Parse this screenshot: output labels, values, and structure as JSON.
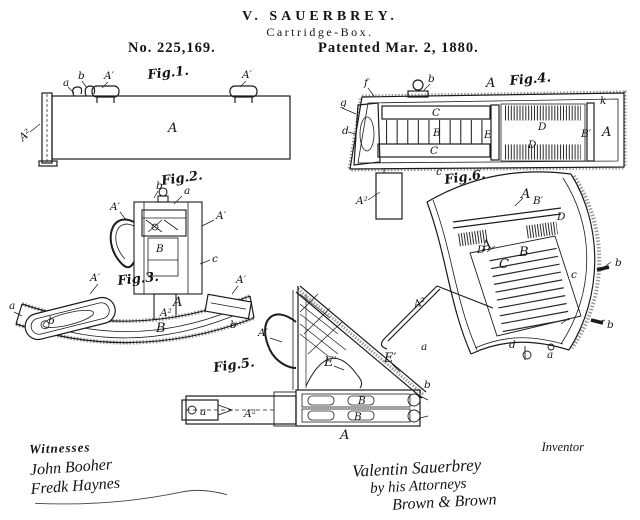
{
  "header": {
    "inventor_name": "V. SAUERBREY.",
    "invention_title": "Cartridge-Box.",
    "patent_number": "No. 225,169.",
    "patent_date": "Patented Mar. 2, 1880."
  },
  "figures": {
    "fig1": {
      "title": "Fig.1.",
      "labels": {
        "a": "a",
        "b": "b",
        "a1_left": "A′",
        "a1_right": "A′",
        "body": "A",
        "a2": "A²"
      }
    },
    "fig2": {
      "title": "Fig.2.",
      "labels": {
        "b": "b",
        "a": "a",
        "a1_loop": "A′",
        "a1_right": "A′",
        "B": "B",
        "c": "c",
        "a2": "A²"
      }
    },
    "fig3": {
      "title": "Fig.3.",
      "labels": {
        "a": "a",
        "b_left": "b",
        "a1_left": "A′",
        "a1_right": "A′",
        "A": "A",
        "B": "B",
        "b_right": "b"
      }
    },
    "fig4": {
      "title": "Fig.4.",
      "labels": {
        "g": "g",
        "f": "f",
        "d": "d",
        "b": "b",
        "A_top": "A",
        "k": "k",
        "C_top": "C",
        "B": "B",
        "C_bottom": "C",
        "c": "c",
        "E": "E",
        "D_upper": "D",
        "D_lower": "D",
        "B1": "B′",
        "A_right": "A",
        "a2": "A²"
      }
    },
    "fig5": {
      "title": "Fig.5.",
      "labels": {
        "a1": "A′",
        "E1_inner": "E′",
        "E1_outer": "E′",
        "B_top": "B",
        "B_bottom": "B",
        "A": "A",
        "a": "a",
        "a2": "A²",
        "b": "b"
      }
    },
    "fig6": {
      "title": "Fig.6.",
      "labels": {
        "A_top": "A",
        "B1": "B′",
        "D_left": "D",
        "D_right": "D",
        "A_left": "A",
        "B": "B",
        "C": "C",
        "c": "c",
        "d": "d",
        "a_bottom": "a",
        "b_upper": "b",
        "b_lower": "b",
        "a2": "A²",
        "a_rod": "a"
      }
    }
  },
  "signatures": {
    "witnesses": {
      "heading": "Witnesses",
      "names": [
        "John Booher",
        "Fredk Haynes"
      ]
    },
    "inventor": {
      "heading": "Inventor",
      "name": "Valentin Sauerbrey",
      "attorney_line": "by his Attorneys",
      "attorney_firm": "Brown & Brown"
    }
  }
}
